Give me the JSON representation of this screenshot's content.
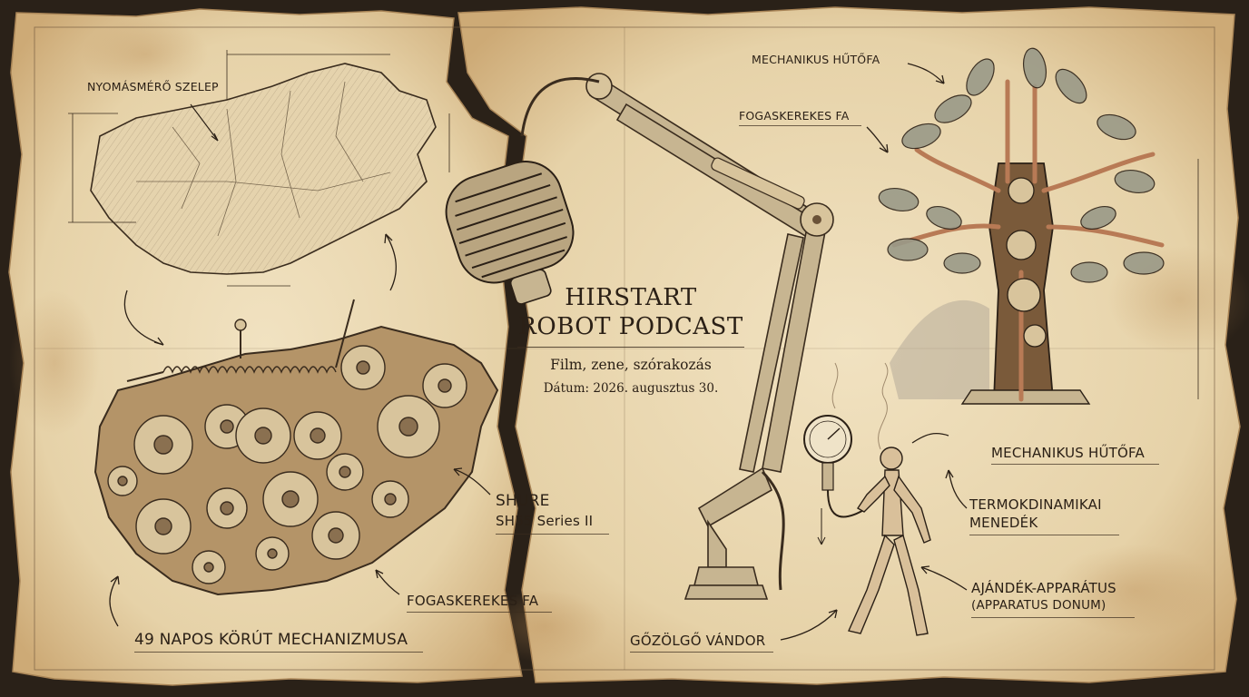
{
  "poster": {
    "title_line1": "HIRSTART",
    "title_line2": "ROBOT PODCAST",
    "subtitle": "Film, zene, szórakozás",
    "date": "Dátum: 2026. augusztus 30."
  },
  "labels": {
    "nyomasmero_szelep": "NYOMÁSMÉRŐ SZELEP",
    "mechanikus_hutofa_top": "MECHANIKUS HŰTŐFA",
    "fogaskerekes_fa_top": "FOGASKEREKES FA",
    "mechanikus_hutofa_right": "MECHANIKUS HŰTŐFA",
    "termokdinamikai_line1": "TERMOKDINAMIKAI",
    "termokdinamikai_line2": "MENEDÉK",
    "shure_line1": "SHURE",
    "shure_line2": "SH55 Series II",
    "fogaskerekes_fa_bottom": "FOGASKEREKES FA",
    "ajandek_line1": "AJÁNDÉK-APPARÁTUS",
    "ajandek_line2": "(APPARATUS DONUM)",
    "korut": "49 NAPOS KÖRÚT MECHANIZMUSA",
    "gozolgo": "GŐZÖLGŐ VÁNDOR"
  },
  "colors": {
    "paper": "#ead9b6",
    "paper_dark": "#c9aa78",
    "ink": "#2b2016",
    "copper": "#b87a55"
  },
  "icons": [
    "hungary-map-sketch",
    "gear-hungary-map",
    "vintage-microphone",
    "mechanical-tree",
    "pressure-gauge-figure"
  ]
}
